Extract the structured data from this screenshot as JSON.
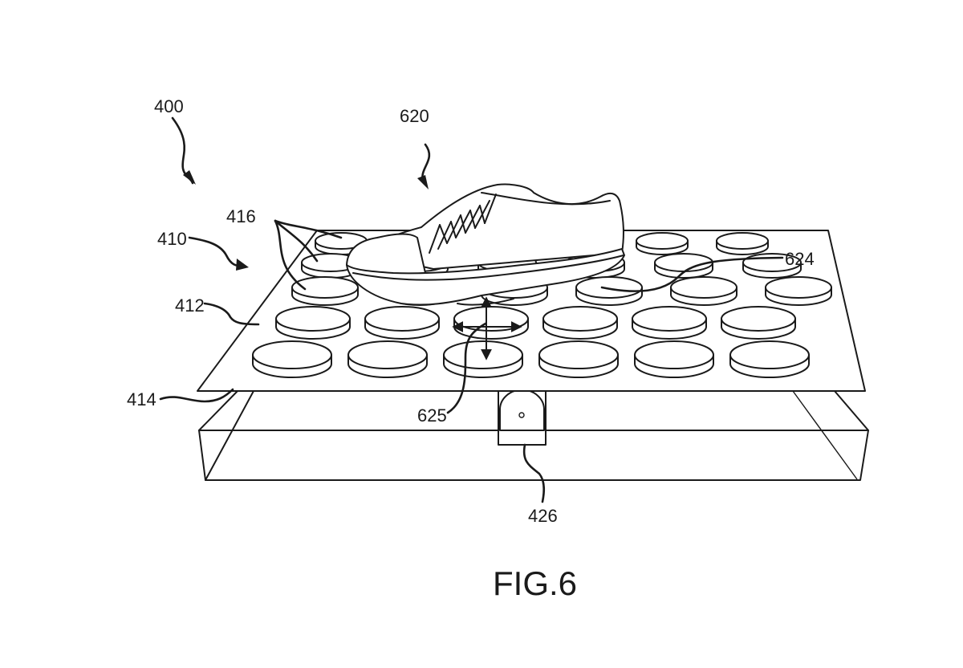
{
  "figure": {
    "title": "FIG.6",
    "ink_color": "#1a1a1a",
    "background": "#ffffff"
  },
  "labels": {
    "l400": "400",
    "l410": "410",
    "l412": "412",
    "l414": "414",
    "l416": "416",
    "l426": "426",
    "l620": "620",
    "l624": "624",
    "l625": "625"
  },
  "components": [
    {
      "ref": "400",
      "name": "system-assembly"
    },
    {
      "ref": "410",
      "name": "platform-assembly"
    },
    {
      "ref": "412",
      "name": "top-plate"
    },
    {
      "ref": "414",
      "name": "base-housing"
    },
    {
      "ref": "416",
      "name": "disc-elements"
    },
    {
      "ref": "426",
      "name": "actuator"
    },
    {
      "ref": "620",
      "name": "shoe"
    },
    {
      "ref": "624",
      "name": "shoe-sole"
    },
    {
      "ref": "625",
      "name": "motion-arrows"
    }
  ],
  "disc_grid": {
    "rows": 5,
    "columns": 6
  }
}
